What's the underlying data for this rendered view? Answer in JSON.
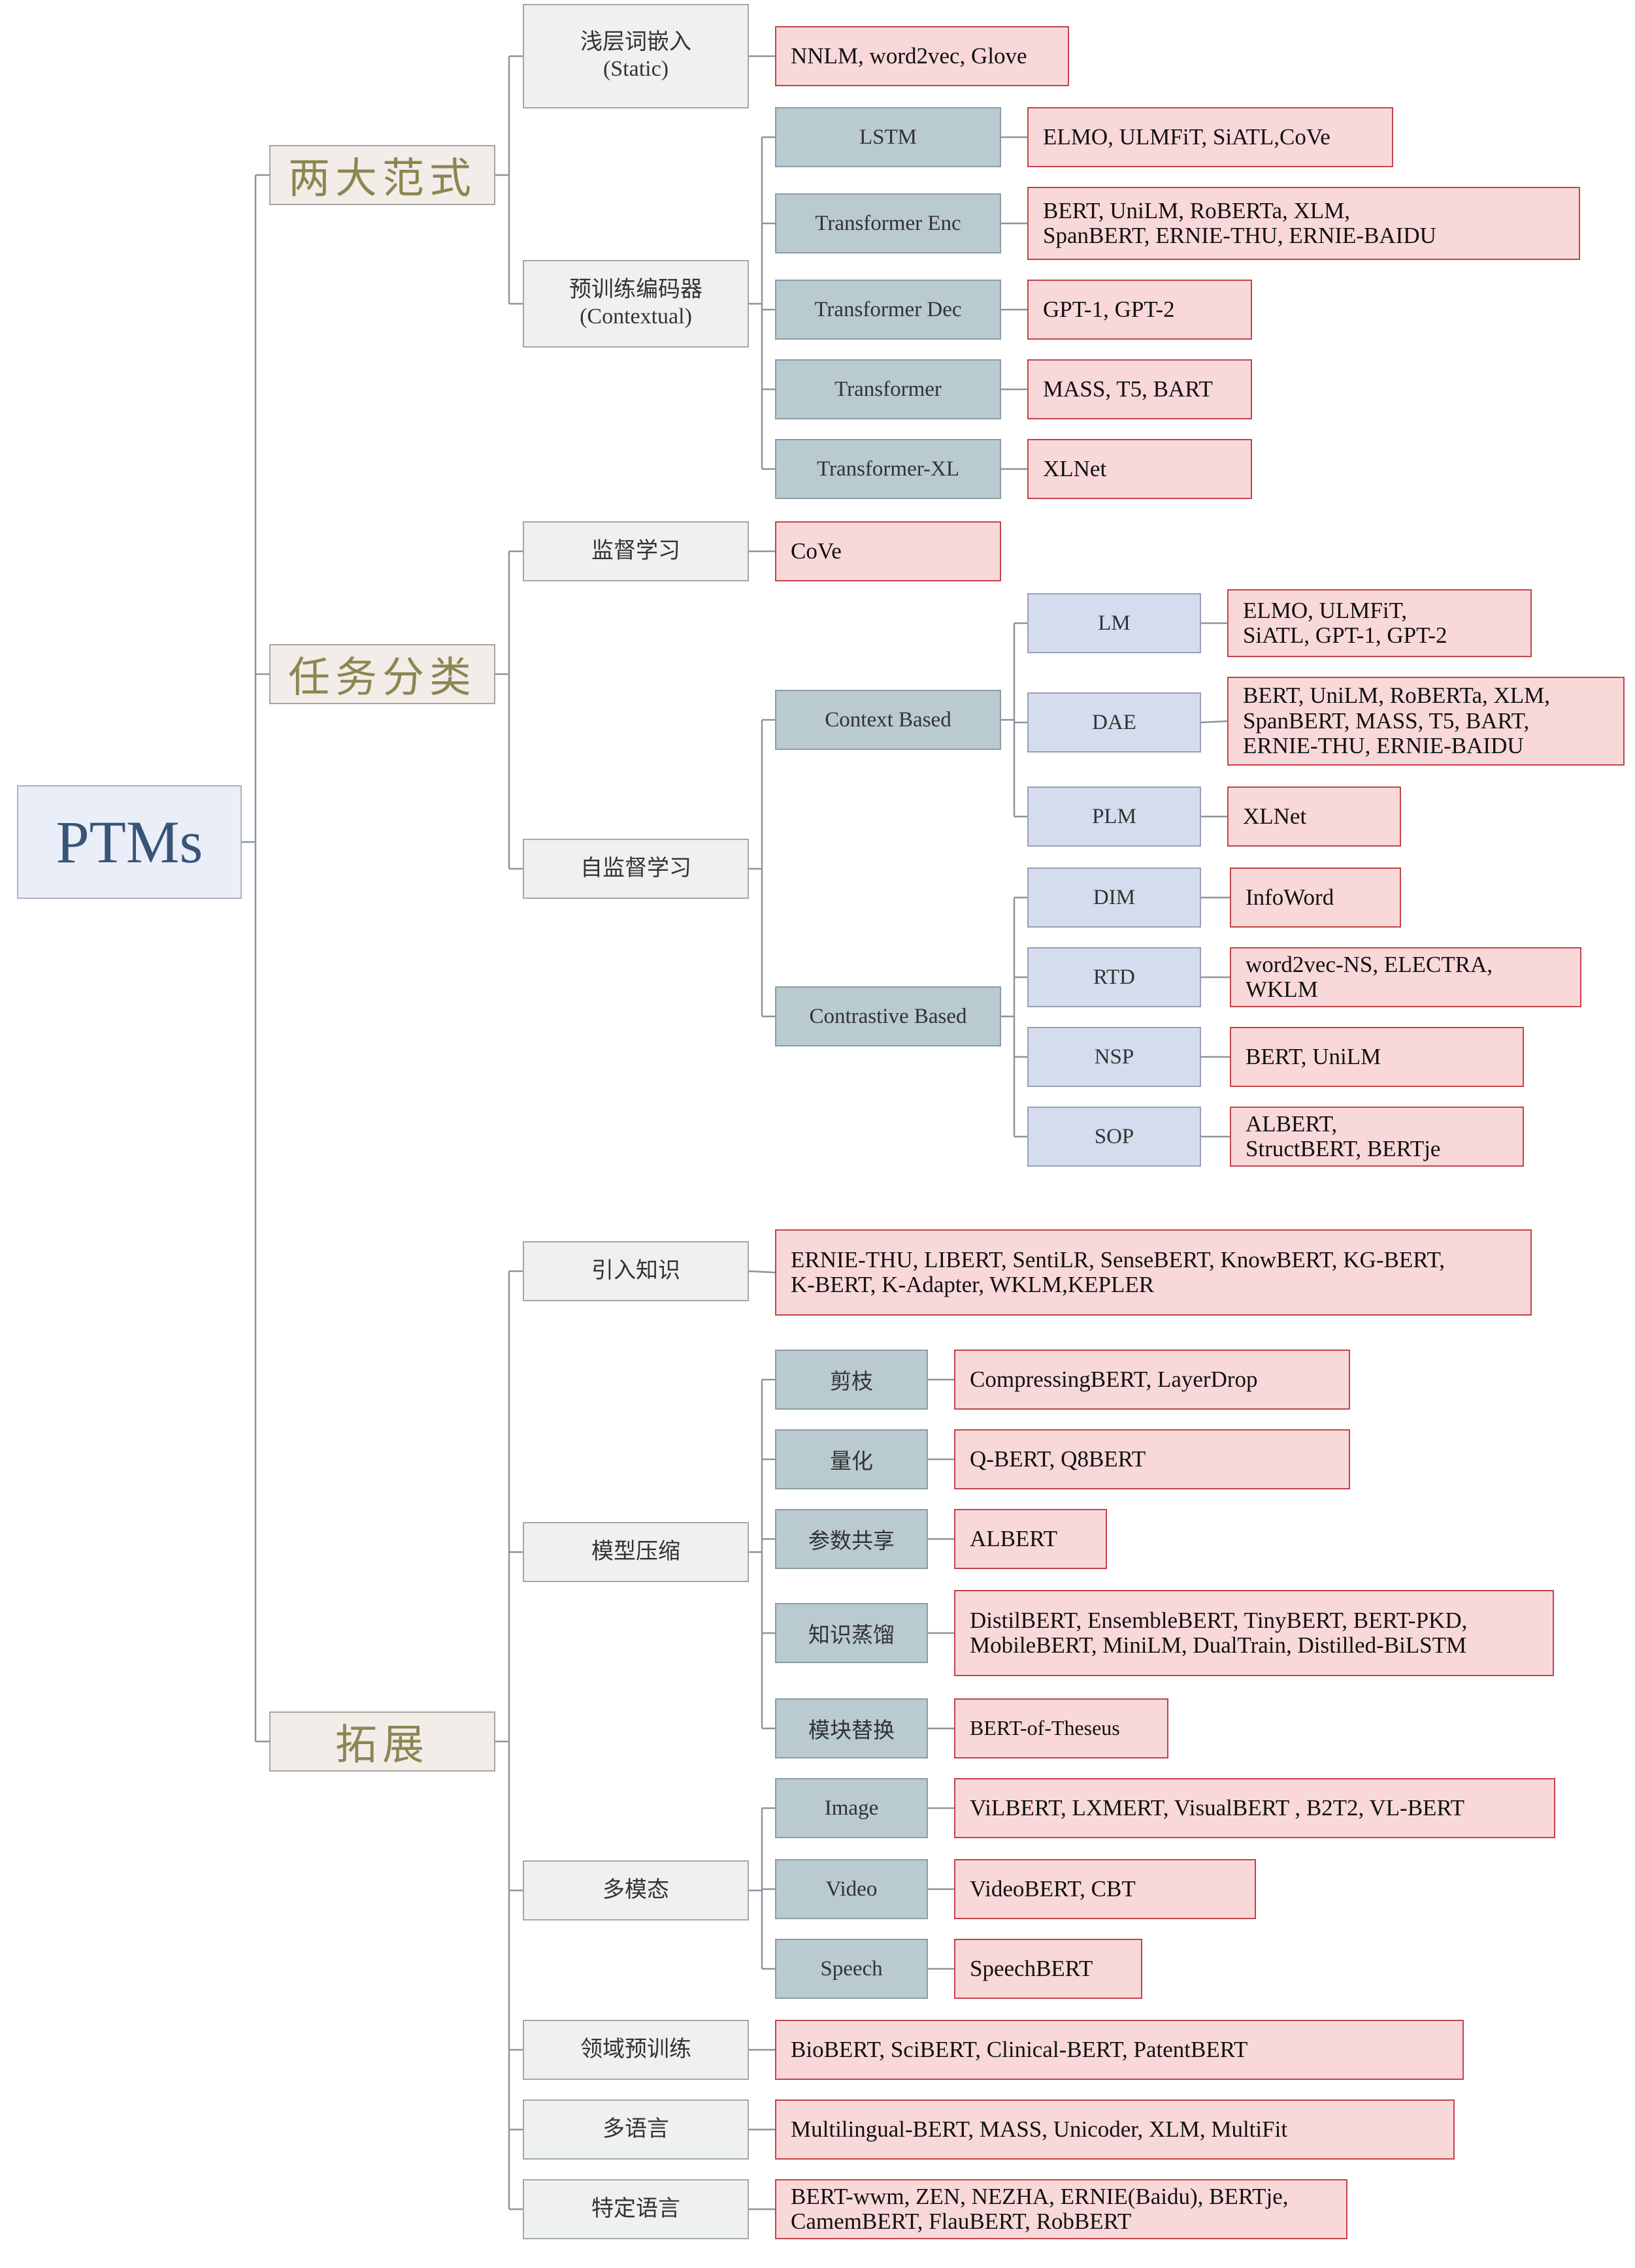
{
  "root": {
    "label": "PTMs"
  },
  "groups": {
    "paradigms": {
      "label": "两大范式",
      "static": {
        "label": [
          "浅层词嵌入",
          "(Static)"
        ],
        "models": [
          "NNLM, word2vec, Glove"
        ]
      },
      "contextual": {
        "label": [
          "预训练编码器",
          "(Contextual)"
        ],
        "lstm": {
          "label": "LSTM",
          "models": [
            "ELMO, ULMFiT, SiATL,CoVe"
          ]
        },
        "enc": {
          "label": "Transformer Enc",
          "models": [
            "BERT, UniLM, RoBERTa, XLM,",
            "SpanBERT, ERNIE-THU, ERNIE-BAIDU"
          ]
        },
        "dec": {
          "label": "Transformer Dec",
          "models": [
            "GPT-1, GPT-2"
          ]
        },
        "transformer": {
          "label": "Transformer",
          "models": [
            "MASS, T5, BART"
          ]
        },
        "xl": {
          "label": "Transformer-XL",
          "models": [
            "XLNet"
          ]
        }
      }
    },
    "tasks": {
      "label": "任务分类",
      "supervised": {
        "label": "监督学习",
        "models": [
          "CoVe"
        ]
      },
      "self_supervised": {
        "label": "自监督学习",
        "context_based": {
          "label": "Context Based",
          "lm": {
            "label": "LM",
            "models": [
              "ELMO,  ULMFiT,",
              "SiATL, GPT-1, GPT-2"
            ]
          },
          "dae": {
            "label": "DAE",
            "models": [
              "BERT, UniLM, RoBERTa, XLM,",
              "SpanBERT, MASS, T5, BART,",
              " ERNIE-THU, ERNIE-BAIDU"
            ]
          },
          "plm": {
            "label": "PLM",
            "models": [
              "XLNet"
            ]
          }
        },
        "contrastive_based": {
          "label": "Contrastive Based",
          "dim": {
            "label": "DIM",
            "models": [
              "InfoWord"
            ]
          },
          "rtd": {
            "label": "RTD",
            "models": [
              "word2vec-NS, ELECTRA,",
              "WKLM"
            ]
          },
          "nsp": {
            "label": "NSP",
            "models": [
              "BERT, UniLM"
            ]
          },
          "sop": {
            "label": "SOP",
            "models": [
              "ALBERT,",
              "StructBERT, BERTje"
            ]
          }
        }
      }
    },
    "extensions": {
      "label": "拓展",
      "knowledge": {
        "label": "引入知识",
        "models": [
          "ERNIE-THU,  LIBERT,  SentiLR,  SenseBERT,  KnowBERT,  KG-BERT,",
          "K-BERT, K-Adapter, WKLM,KEPLER"
        ]
      },
      "compression": {
        "label": "模型压缩",
        "pruning": {
          "label": "剪枝",
          "models": [
            "CompressingBERT, LayerDrop"
          ]
        },
        "quantization": {
          "label": "量化",
          "models": [
            "Q-BERT, Q8BERT"
          ]
        },
        "sharing": {
          "label": "参数共享",
          "models": [
            "ALBERT"
          ]
        },
        "distillation": {
          "label": "知识蒸馏",
          "models": [
            "DistilBERT, EnsembleBERT,  TinyBERT, BERT-PKD,",
            "MobileBERT,  MiniLM, DualTrain, Distilled-BiLSTM"
          ]
        },
        "replacement": {
          "label": "模块替换",
          "models": [
            "BERT-of-Theseus"
          ]
        }
      },
      "multimodal": {
        "label": "多模态",
        "image": {
          "label": "Image",
          "models": [
            "ViLBERT,  LXMERT,  VisualBERT ,  B2T2, VL-BERT"
          ]
        },
        "video": {
          "label": "Video",
          "models": [
            "VideoBERT, CBT"
          ]
        },
        "speech": {
          "label": "Speech",
          "models": [
            "SpeechBERT"
          ]
        }
      },
      "domain": {
        "label": "领域预训练",
        "models": [
          "BioBERT, SciBERT, Clinical-BERT, PatentBERT"
        ]
      },
      "multilingual": {
        "label": "多语言",
        "models": [
          "Multilingual-BERT, MASS, Unicoder, XLM, MultiFit"
        ]
      },
      "language": {
        "label": "特定语言",
        "models": [
          "BERT-wwm,  ZEN,  NEZHA,  ERNIE(Baidu),  BERTje,",
          "CamemBERT, FlauBERT, RobBERT"
        ]
      }
    }
  },
  "colors": {
    "connector": "#8a949e",
    "root_fill": "#e9eef8",
    "root_text": "#3a5478",
    "group_fill": "#f2ede9",
    "group_text": "#8c8650",
    "category_fill": "#eff1ef",
    "architecture_fill": "#b9cad1",
    "objective_fill": "#d5dcee",
    "model_fill": "#f9d8da",
    "model_border": "#c2444a"
  }
}
